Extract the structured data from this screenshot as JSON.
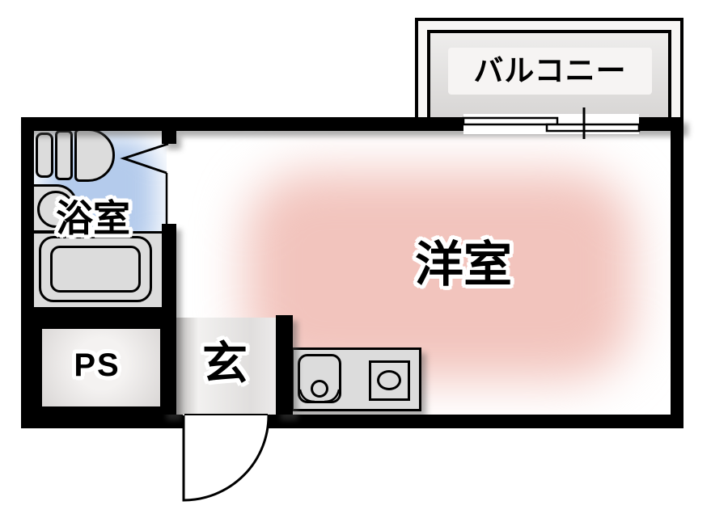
{
  "plan": {
    "type": "apartment-floor-plan",
    "labels": {
      "balcony": "バルコニー",
      "western_room": "洋室",
      "bathroom": "浴室",
      "pipe_space": "PS",
      "entrance": "玄"
    },
    "fixtures": {
      "toilet": "toilet",
      "wash_basin": "wash-basin",
      "bathtub": "bathtub",
      "kitchen_sink": "kitchen-sink-with-faucet",
      "stove": "single-burner-stove",
      "entrance_door": "hinged-door-swing",
      "bathroom_door": "folding-door",
      "balcony_window": "sliding-window"
    },
    "colors": {
      "wall": "#000000",
      "western_room_fill": "#f2c4bd",
      "bathroom_fill": "#b4cbec",
      "fixture_fill": "#dcdcdc",
      "balcony_fill": "#dfdddc",
      "background": "#ffffff"
    }
  }
}
